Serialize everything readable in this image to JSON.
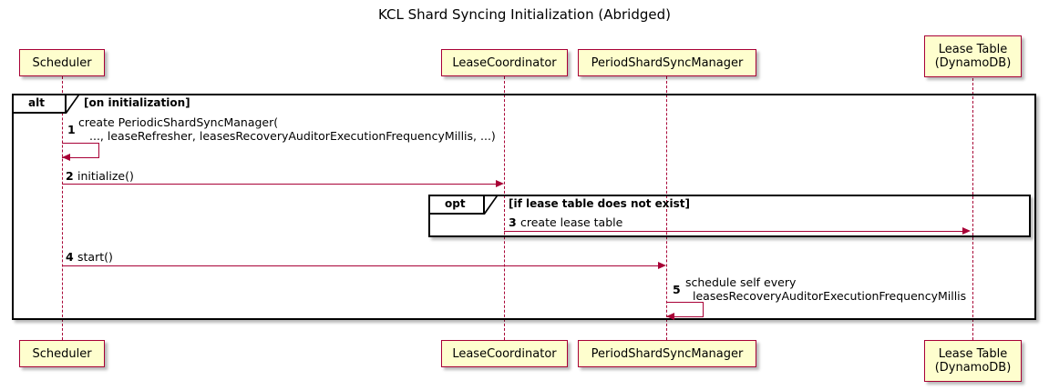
{
  "diagram": {
    "title": "KCL Shard Syncing Initialization (Abridged)",
    "type": "uml-sequence-diagram"
  },
  "participants": [
    {
      "id": "scheduler",
      "label": "Scheduler"
    },
    {
      "id": "lease-coordinator",
      "label": "LeaseCoordinator"
    },
    {
      "id": "period-shard-sync-manager",
      "label": "PeriodShardSyncManager"
    },
    {
      "id": "lease-table",
      "label": "Lease Table\n(DynamoDB)"
    }
  ],
  "fragments": [
    {
      "id": "alt",
      "operator": "alt",
      "guard": "[on initialization]"
    },
    {
      "id": "opt",
      "operator": "opt",
      "guard": "[if lease table does not exist]"
    }
  ],
  "messages": [
    {
      "seq": "1",
      "from": "scheduler",
      "to": "scheduler",
      "kind": "self",
      "text_line1": "create PeriodicShardSyncManager(",
      "text_line2": "..., leaseRefresher, leasesRecoveryAuditorExecutionFrequencyMillis, ...)"
    },
    {
      "seq": "2",
      "from": "scheduler",
      "to": "lease-coordinator",
      "kind": "call",
      "text": "initialize()"
    },
    {
      "seq": "3",
      "from": "lease-coordinator",
      "to": "lease-table",
      "kind": "call",
      "text": "create lease table"
    },
    {
      "seq": "4",
      "from": "scheduler",
      "to": "period-shard-sync-manager",
      "kind": "call",
      "text": "start()"
    },
    {
      "seq": "5",
      "from": "period-shard-sync-manager",
      "to": "period-shard-sync-manager",
      "kind": "self",
      "text_line1": "schedule self every",
      "text_line2": "leasesRecoveryAuditorExecutionFrequencyMillis"
    }
  ],
  "colors": {
    "participant_fill": "#FEFECE",
    "participant_border": "#A80036",
    "message_line": "#A80036",
    "fragment_border": "#000000",
    "background": "#FFFFFF",
    "text": "#000000"
  }
}
